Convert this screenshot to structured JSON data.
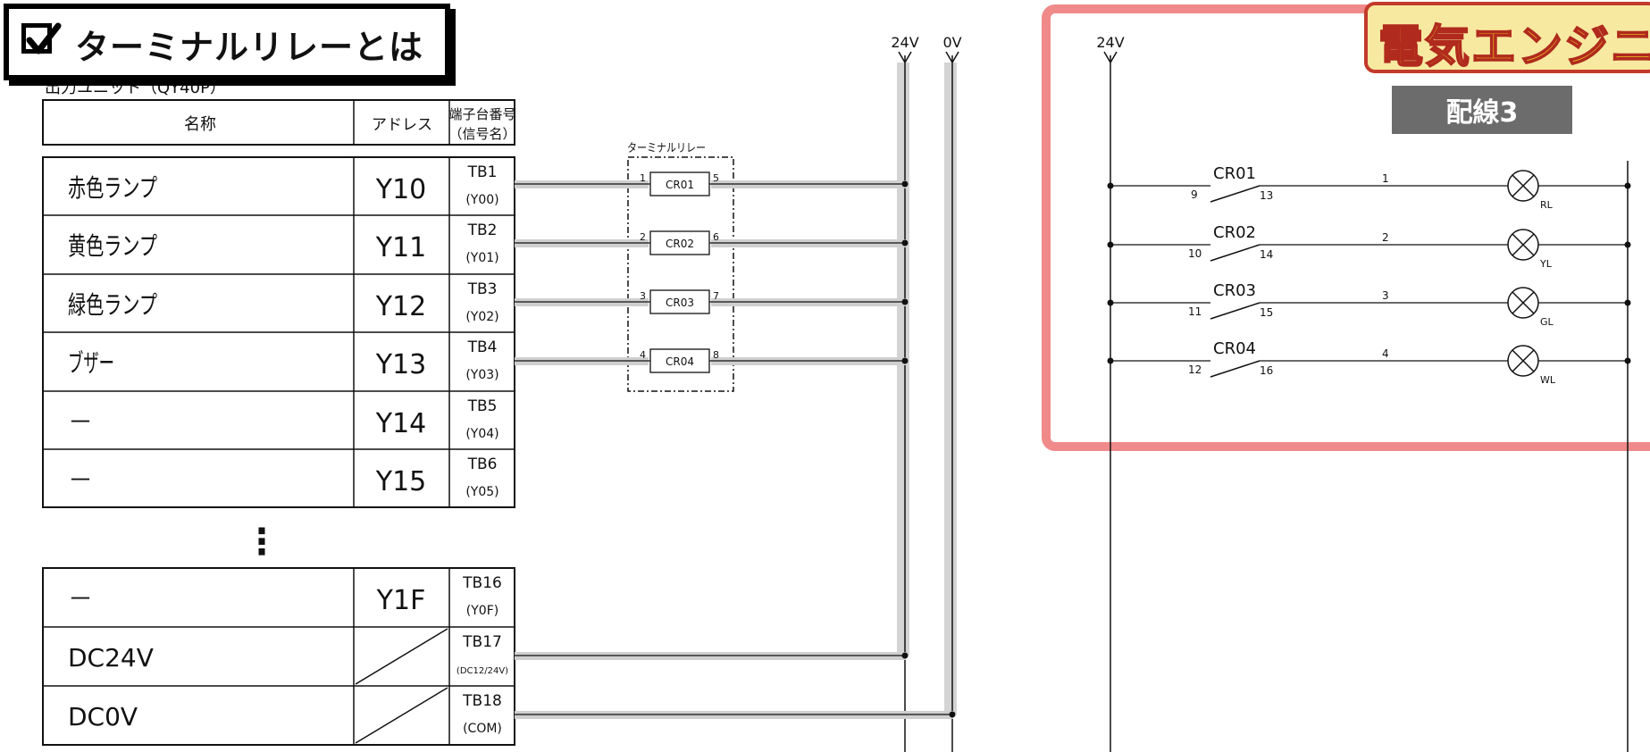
{
  "header": {
    "title": "ターミナルリレーとは",
    "logo_text": "電気エンジニアのツボ",
    "badge": "配線3"
  },
  "table": {
    "caption": "出力ユニット（QY40P）",
    "headers": {
      "name": "名称",
      "address": "アドレス",
      "terminal_line1": "端子台番号",
      "terminal_line2": "（信号名）"
    },
    "rows": [
      {
        "name": "赤色ランプ",
        "address": "Y10",
        "tb": "TB1",
        "signal": "(Y00)"
      },
      {
        "name": "黄色ランプ",
        "address": "Y11",
        "tb": "TB2",
        "signal": "(Y01)"
      },
      {
        "name": "緑色ランプ",
        "address": "Y12",
        "tb": "TB3",
        "signal": "(Y02)"
      },
      {
        "name": "ブザー",
        "address": "Y13",
        "tb": "TB4",
        "signal": "(Y03)"
      },
      {
        "name": "－",
        "address": "Y14",
        "tb": "TB5",
        "signal": "(Y04)"
      },
      {
        "name": "－",
        "address": "Y15",
        "tb": "TB6",
        "signal": "(Y05)"
      }
    ],
    "ellipsis": "⋮",
    "rows2": [
      {
        "name": "－",
        "address": "Y1F",
        "tb": "TB16",
        "signal": "(Y0F)"
      },
      {
        "name": "DC24V",
        "address": "",
        "tb": "TB17",
        "signal": "(DC12/24V)"
      },
      {
        "name": "DC0V",
        "address": "",
        "tb": "TB18",
        "signal": "(COM)"
      }
    ]
  },
  "relay_block": {
    "label": "ターミナルリレー",
    "relays": [
      {
        "name": "CR01",
        "in_pin": "1",
        "out_pin": "5"
      },
      {
        "name": "CR02",
        "in_pin": "2",
        "out_pin": "6"
      },
      {
        "name": "CR03",
        "in_pin": "3",
        "out_pin": "7"
      },
      {
        "name": "CR04",
        "in_pin": "4",
        "out_pin": "8"
      }
    ]
  },
  "rails": {
    "v24": "24V",
    "v0": "0V"
  },
  "ladder": {
    "rail_label": "24V",
    "rungs": [
      {
        "contact": "CR01",
        "left_pin": "9",
        "right_pin": "13",
        "wire": "1",
        "lamp": "RL"
      },
      {
        "contact": "CR02",
        "left_pin": "10",
        "right_pin": "14",
        "wire": "2",
        "lamp": "YL"
      },
      {
        "contact": "CR03",
        "left_pin": "11",
        "right_pin": "15",
        "wire": "3",
        "lamp": "GL"
      },
      {
        "contact": "CR04",
        "left_pin": "12",
        "right_pin": "16",
        "wire": "4",
        "lamp": "WL"
      }
    ]
  },
  "colors": {
    "highlight": "#f08a8a",
    "wire_gray": "#c9c9c9",
    "badge_bg": "#6c6c6c"
  }
}
